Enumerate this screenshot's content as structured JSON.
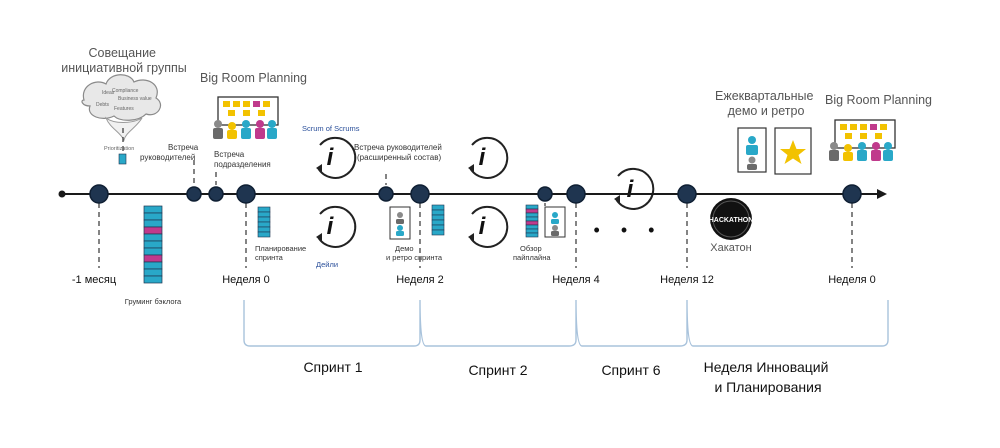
{
  "top": {
    "initiative_meeting": [
      "Совещание",
      "инициативной группы"
    ],
    "cloud_words": [
      "Ideas",
      "Compliance",
      "Business value",
      "Debts",
      "Features",
      "Prioritization"
    ],
    "big_room_planning_left": "Big Room Planning",
    "leaders_meeting": [
      "Встреча",
      "руководителей"
    ],
    "division_meeting": [
      "Встреча",
      "подразделения"
    ],
    "scrum_of_scrums": "Scrum of Scrums",
    "extended_leaders_meeting": [
      "Встреча руководителей",
      "(расширенный состав)"
    ],
    "quarterly_demo": [
      "Ежеквартальные",
      "демо и ретро"
    ],
    "big_room_planning_right": "Big Room Planning"
  },
  "bottom": {
    "sprint_planning": [
      "Планирование",
      "спринта"
    ],
    "daily": "Дейли",
    "demo_retro": [
      "Демо",
      "и ретро спринта"
    ],
    "pipeline_review": [
      "Обзор",
      "пайплайна"
    ],
    "hackathon": "Хакатон",
    "hackathon_badge": "HACKATHON",
    "backlog_grooming": "Груминг бэклога",
    "info_glyph": "i",
    "ellipsis": "• • •"
  },
  "milestones": {
    "minus_month": "-1 месяц",
    "week0": "Неделя 0",
    "week2": "Неделя 2",
    "week4": "Неделя 4",
    "week12": "Неделя 12",
    "week0_next": "Неделя 0"
  },
  "sprints": {
    "sprint1": "Спринт 1",
    "sprint2": "Спринт 2",
    "sprint6": "Спринт 6",
    "innovation": [
      "Неделя Инноваций",
      "и Планирования"
    ]
  },
  "colors": {
    "node": "#1f3550",
    "line": "#1a1a1a",
    "teal": "#29a8c8",
    "magenta": "#c03a8c",
    "brace": "#a9c3dc",
    "star": "#f2c200",
    "label_gray": "#7a7a7a"
  }
}
